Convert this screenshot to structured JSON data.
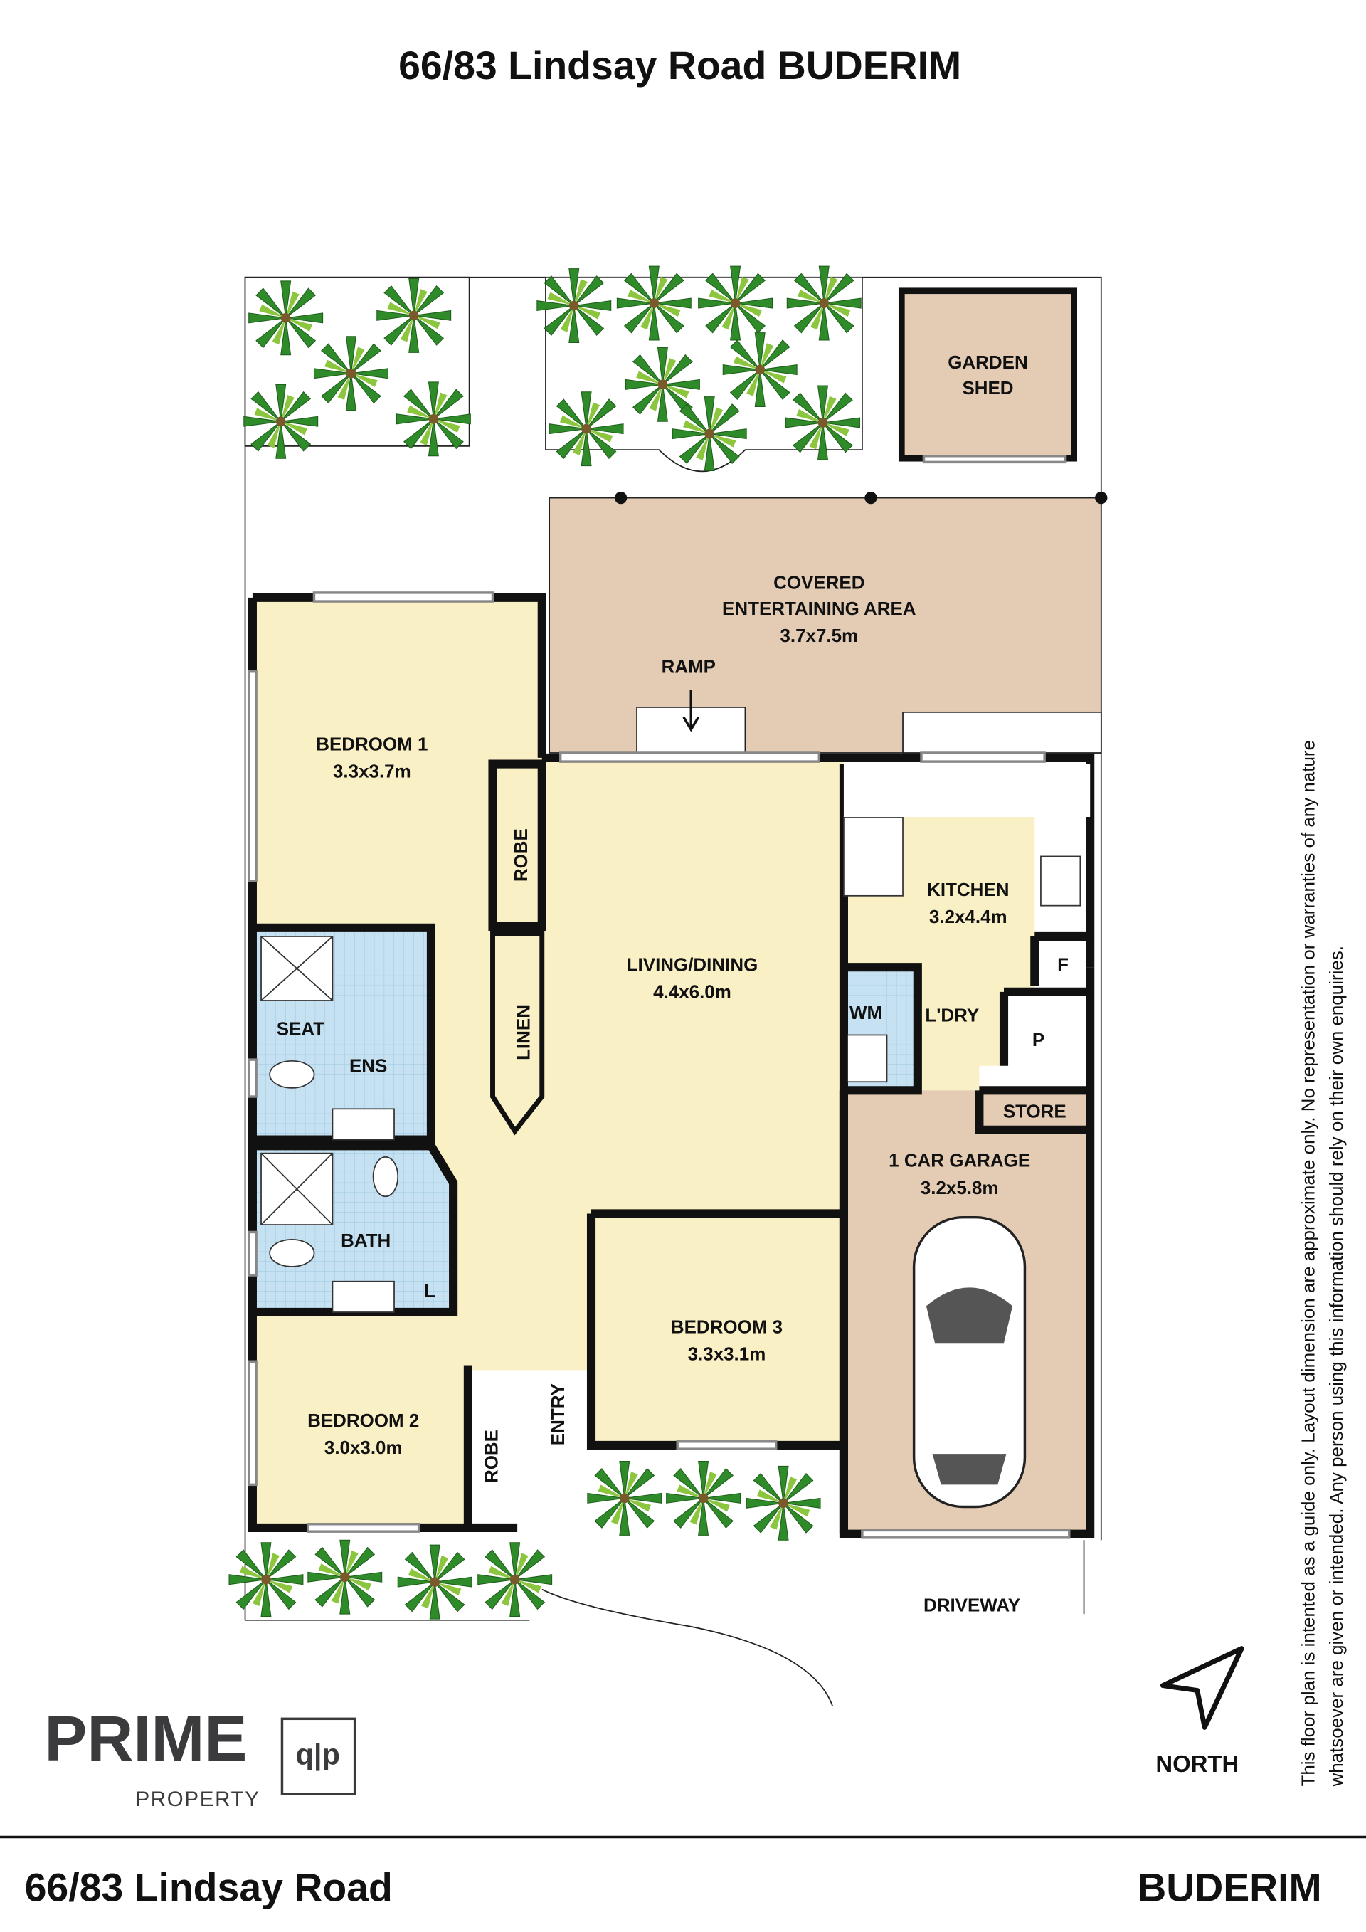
{
  "header": {
    "title": "66/83 Lindsay Road BUDERIM"
  },
  "rooms": {
    "garden_shed": [
      "GARDEN",
      "SHED"
    ],
    "entertaining": [
      "COVERED",
      "ENTERTAINING AREA",
      "3.7x7.5m"
    ],
    "ramp": "RAMP",
    "bedroom1": [
      "BEDROOM 1",
      "3.3x3.7m"
    ],
    "robe1": "ROBE",
    "kitchen": [
      "KITCHEN",
      "3.2x4.4m"
    ],
    "living": [
      "LIVING/DINING",
      "4.4x6.0m"
    ],
    "linen": "LINEN",
    "seat": "SEAT",
    "ens": "ENS",
    "wm": "WM",
    "laundry": "L'DRY",
    "fridge": "F",
    "pantry": "P",
    "store": "STORE",
    "garage": [
      "1 CAR GARAGE",
      "3.2x5.8m"
    ],
    "bath": "BATH",
    "linen_l": "L",
    "bedroom3": [
      "BEDROOM 3",
      "3.3x3.1m"
    ],
    "bedroom2": [
      "BEDROOM 2",
      "3.0x3.0m"
    ],
    "robe2": "ROBE",
    "entry": "ENTRY",
    "driveway": "DRIVEWAY"
  },
  "north": "NORTH",
  "disclaimer": [
    "This floor plan is intented as a guide only. Layout dimension are approximate only. No representation or warranties of any nature",
    "whatsoever are given or intended. Any person using this information should rely on their own enquiries."
  ],
  "logo": {
    "name": "PRIME",
    "sub": "PROPERTY",
    "mark": "q|p"
  },
  "footer": {
    "address": "66/83 Lindsay Road",
    "suburb": "BUDERIM"
  },
  "colors": {
    "tan": "#e3cbb4",
    "yellow": "#faf0c6",
    "tile": "#c6e2f2",
    "palm": "#2f8a2a"
  }
}
